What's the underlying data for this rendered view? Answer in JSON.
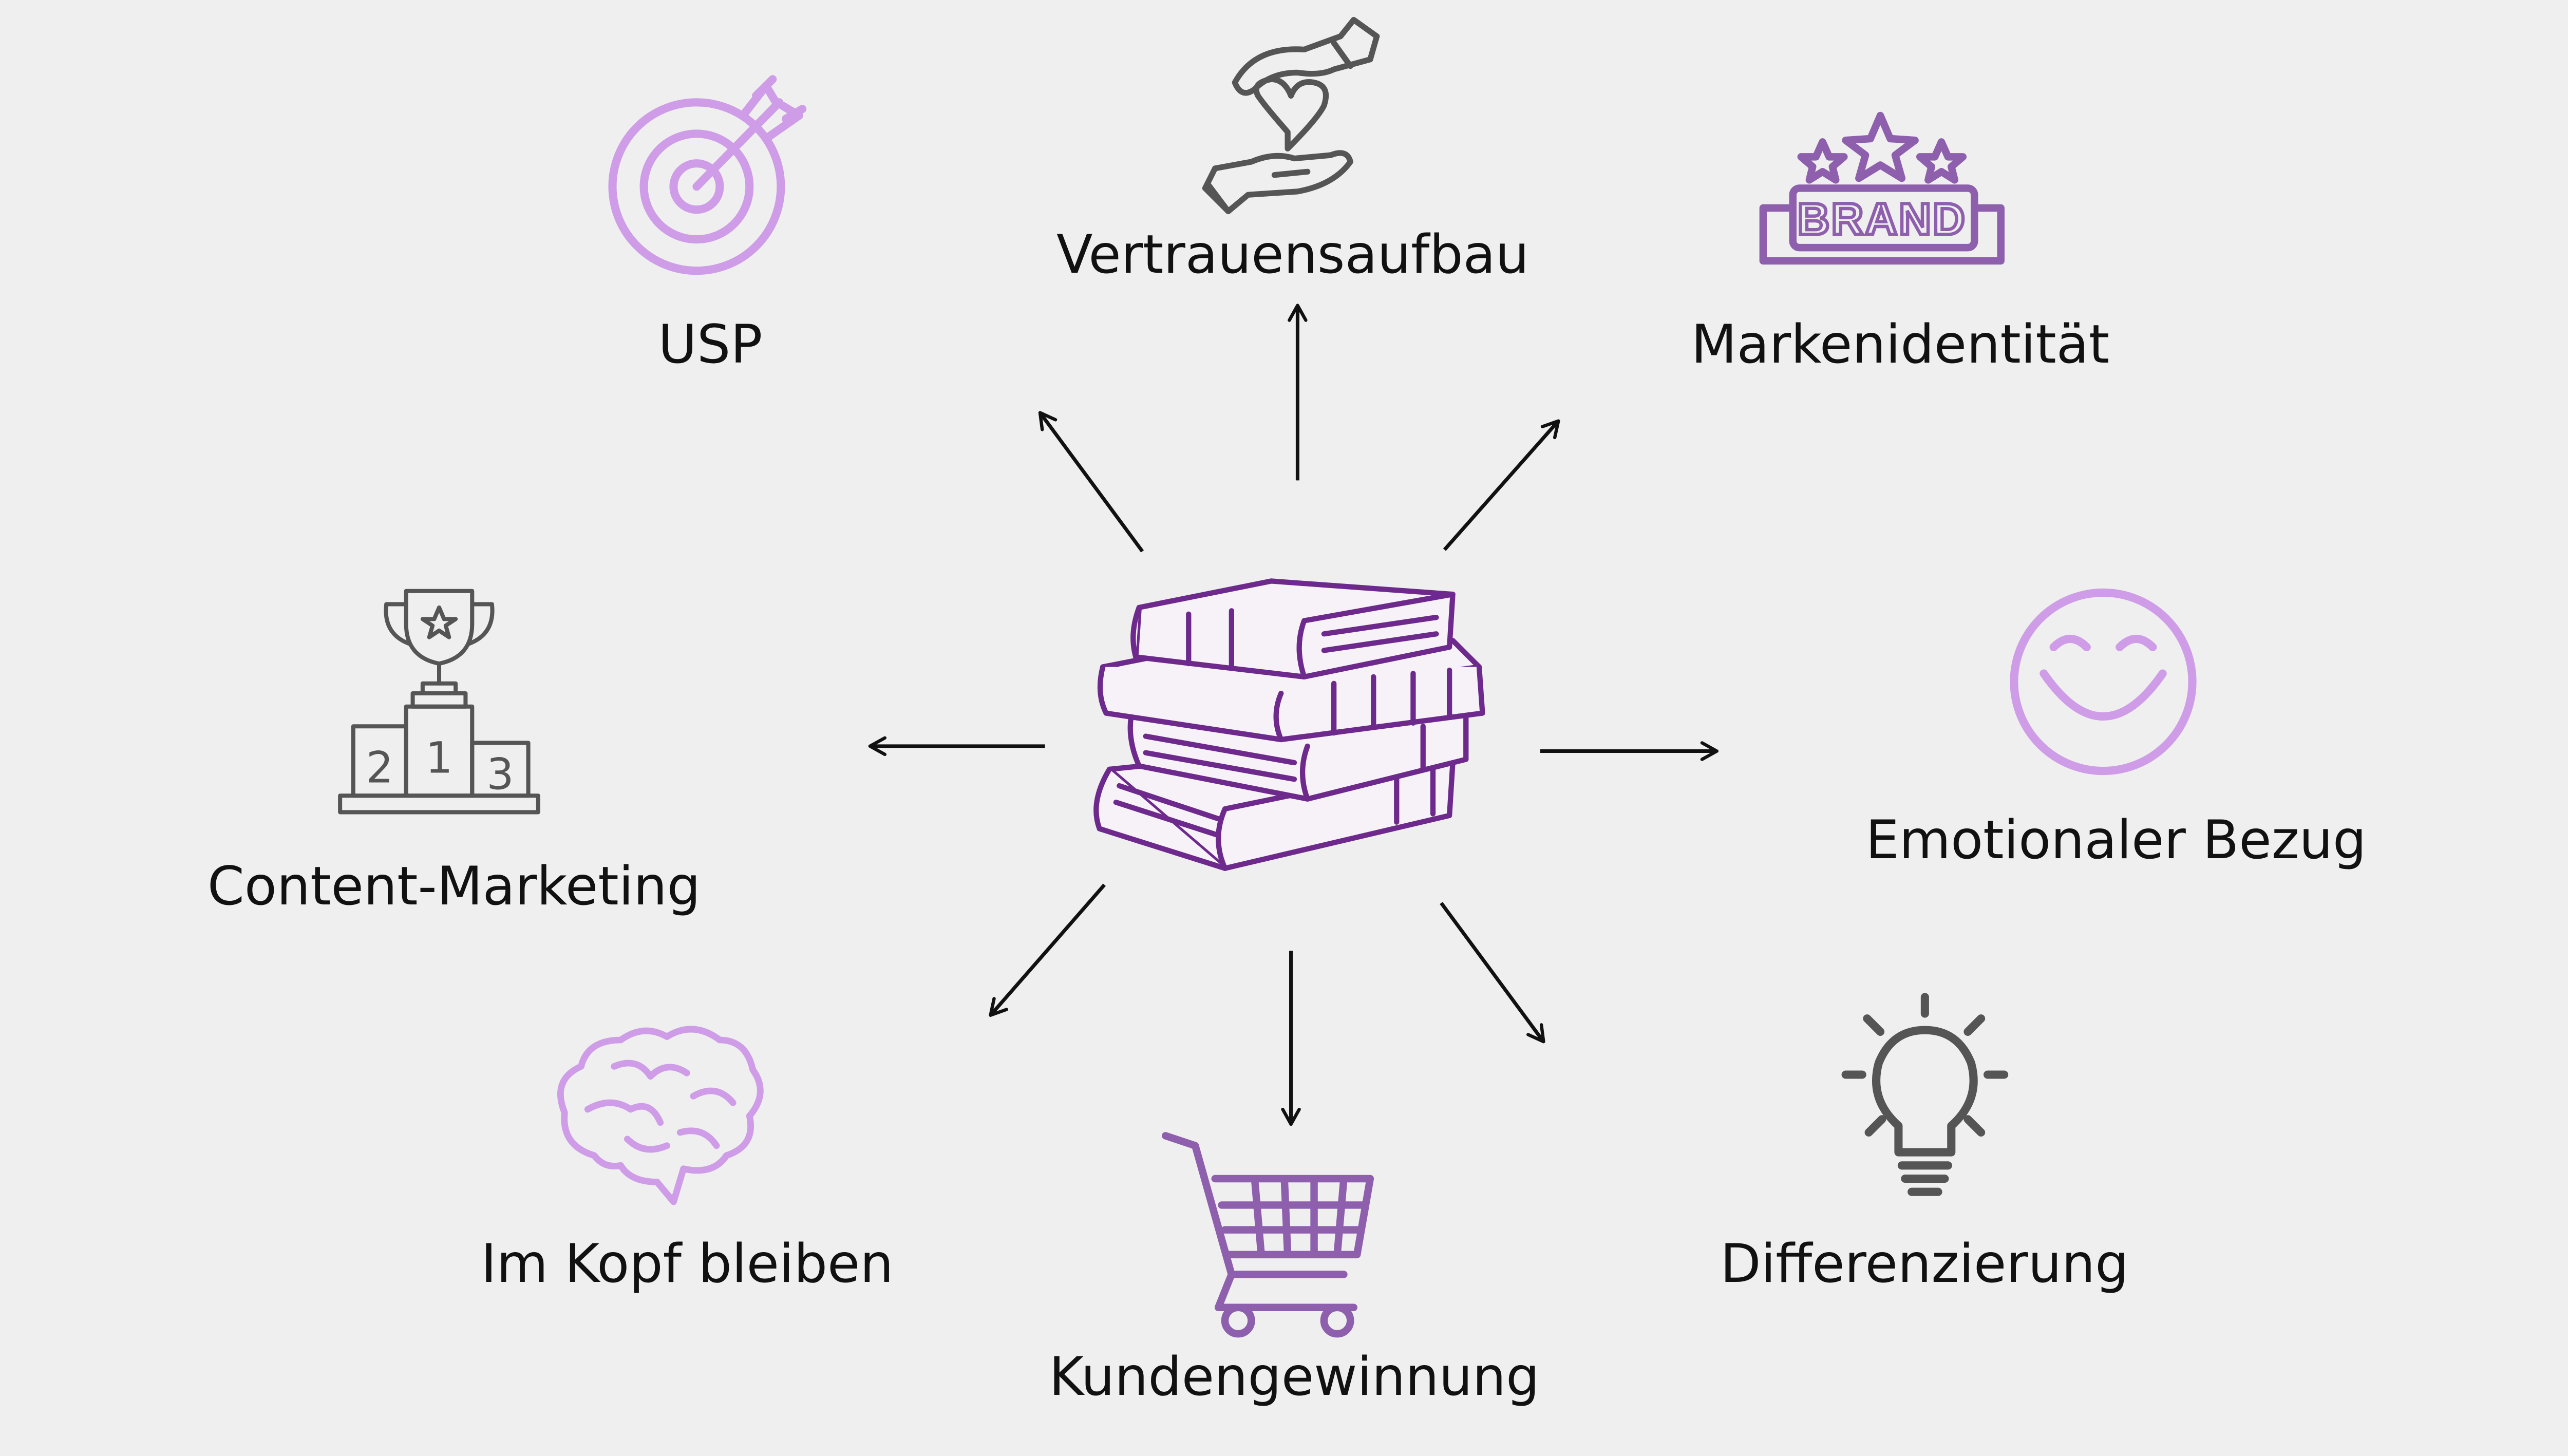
{
  "nodes": [
    {
      "id": "usp",
      "label": "USP",
      "icon": "target-arrow-icon",
      "color": "#cf9de8"
    },
    {
      "id": "vertrauen",
      "label": "Vertrauensaufbau",
      "icon": "hands-heart-icon",
      "color": "#555555"
    },
    {
      "id": "marke",
      "label": "Markenidentität",
      "icon": "brand-stars-icon",
      "color": "#8e5fad"
    },
    {
      "id": "emotion",
      "label": "Emotionaler Bezug",
      "icon": "smiley-icon",
      "color": "#cf9de8"
    },
    {
      "id": "differenz",
      "label": "Differenzierung",
      "icon": "lightbulb-icon",
      "color": "#555555"
    },
    {
      "id": "kunden",
      "label": "Kundengewinnung",
      "icon": "shopping-cart-icon",
      "color": "#8e5fad"
    },
    {
      "id": "kopf",
      "label": "Im Kopf bleiben",
      "icon": "brain-icon",
      "color": "#cf9de8"
    },
    {
      "id": "content",
      "label": "Content-Marketing",
      "icon": "trophy-podium-icon",
      "color": "#555555"
    }
  ],
  "podium_numbers": [
    "2",
    "1",
    "3"
  ],
  "brand_text": "BRAND",
  "center_icon": "book-stack-icon",
  "center_color": "#6d2a8c",
  "arrow_color": "#111111",
  "background": "#efefef"
}
